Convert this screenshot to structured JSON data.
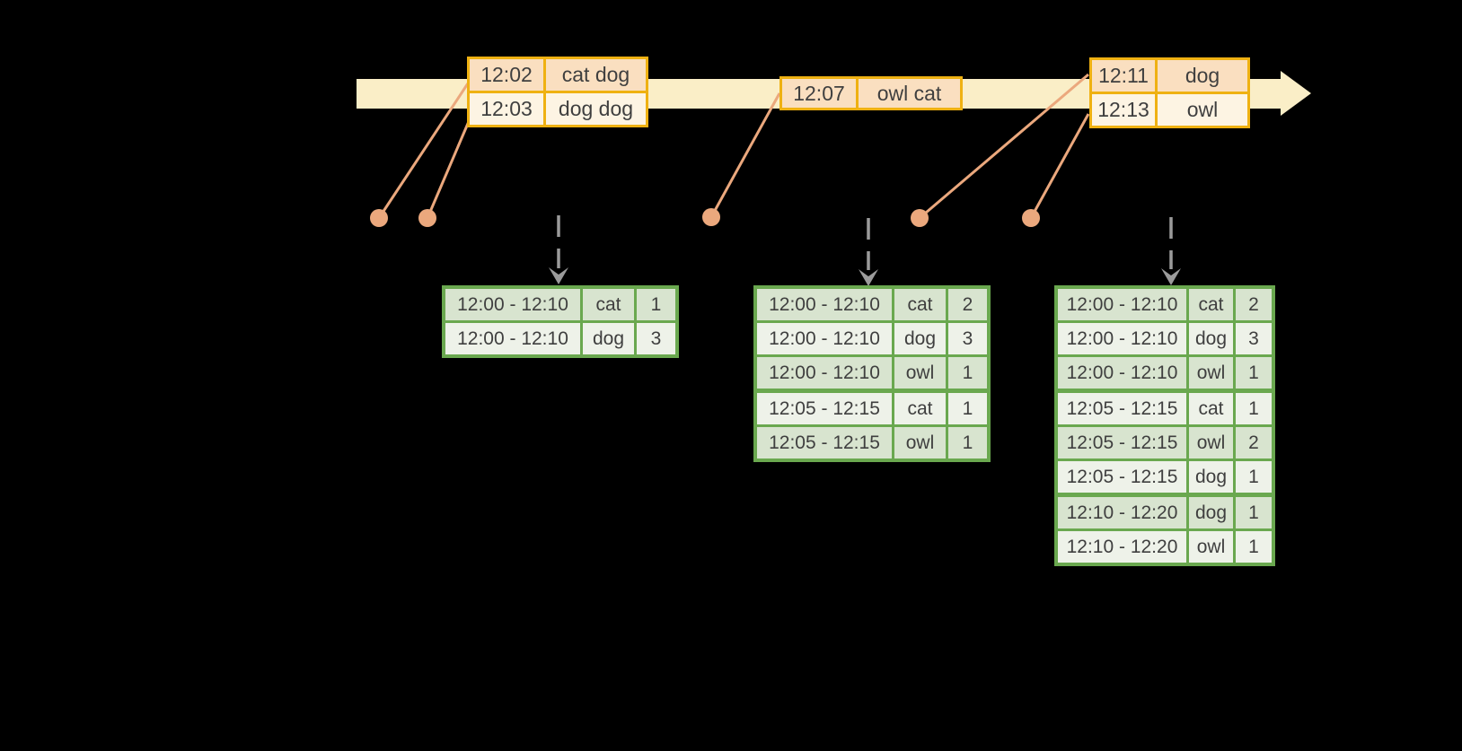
{
  "colors": {
    "background": "#000000",
    "timeline-fill": "#faeec7",
    "event-border": "#efb112",
    "event-row-peach": "#fadfc0",
    "event-row-cream": "#fdf4e3",
    "connector-salmon": "#eba87d",
    "result-border": "#6aa84f",
    "result-row-green": "#d8e4cf",
    "result-row-light": "#eef2e9",
    "arrow-gray": "#9b9b9b",
    "text": "#3f3f3f"
  },
  "event_tables": [
    {
      "rows": [
        {
          "time": "12:02",
          "words": "cat dog"
        },
        {
          "time": "12:03",
          "words": "dog dog"
        }
      ]
    },
    {
      "rows": [
        {
          "time": "12:07",
          "words": "owl cat"
        }
      ]
    },
    {
      "rows": [
        {
          "time": "12:11",
          "words": "dog"
        },
        {
          "time": "12:13",
          "words": "owl"
        }
      ]
    }
  ],
  "result_tables": [
    {
      "rows": [
        {
          "window": "12:00 - 12:10",
          "word": "cat",
          "count": "1"
        },
        {
          "window": "12:00 - 12:10",
          "word": "dog",
          "count": "3"
        }
      ]
    },
    {
      "rows": [
        {
          "window": "12:00 - 12:10",
          "word": "cat",
          "count": "2"
        },
        {
          "window": "12:00 - 12:10",
          "word": "dog",
          "count": "3"
        },
        {
          "window": "12:00 - 12:10",
          "word": "owl",
          "count": "1"
        },
        {
          "window": "12:05 - 12:15",
          "word": "cat",
          "count": "1"
        },
        {
          "window": "12:05 - 12:15",
          "word": "owl",
          "count": "1"
        }
      ]
    },
    {
      "rows": [
        {
          "window": "12:00 - 12:10",
          "word": "cat",
          "count": "2"
        },
        {
          "window": "12:00 - 12:10",
          "word": "dog",
          "count": "3"
        },
        {
          "window": "12:00 - 12:10",
          "word": "owl",
          "count": "1"
        },
        {
          "window": "12:05 - 12:15",
          "word": "cat",
          "count": "1"
        },
        {
          "window": "12:05 - 12:15",
          "word": "owl",
          "count": "2"
        },
        {
          "window": "12:05 - 12:15",
          "word": "dog",
          "count": "1"
        },
        {
          "window": "12:10 - 12:20",
          "word": "dog",
          "count": "1"
        },
        {
          "window": "12:10 - 12:20",
          "word": "owl",
          "count": "1"
        }
      ]
    }
  ]
}
